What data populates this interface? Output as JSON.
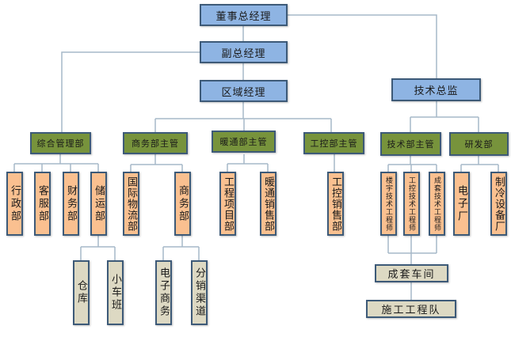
{
  "level1": {
    "ceo": "董事总经理",
    "vp": "副总经理",
    "regional": "区域经理",
    "cto": "技术总监"
  },
  "managers": [
    "综合管理部",
    "商务部主管",
    "暖通部主管",
    "工控部主管",
    "技术部主管",
    "研发部"
  ],
  "departments": [
    "行政部",
    "客服部",
    "财务部",
    "储运部",
    "国际物流部",
    "商务部",
    "工程项目部",
    "暖通销售部",
    "工控销售部",
    "楼宇技术工程师",
    "工控技术工程师",
    "成套技术工程师",
    "电子厂",
    "制冷设备厂"
  ],
  "subunits": [
    "仓库",
    "小车班",
    "电子商务",
    "分销渠道",
    "成套车间",
    "施工工程队"
  ],
  "colors": {
    "level1": "#8eb4e3",
    "managers": "#77933c",
    "departments": "#fac090",
    "subunits": "#ddd9c3",
    "border": "#3d5a78",
    "lines": "#a6b8c8"
  }
}
